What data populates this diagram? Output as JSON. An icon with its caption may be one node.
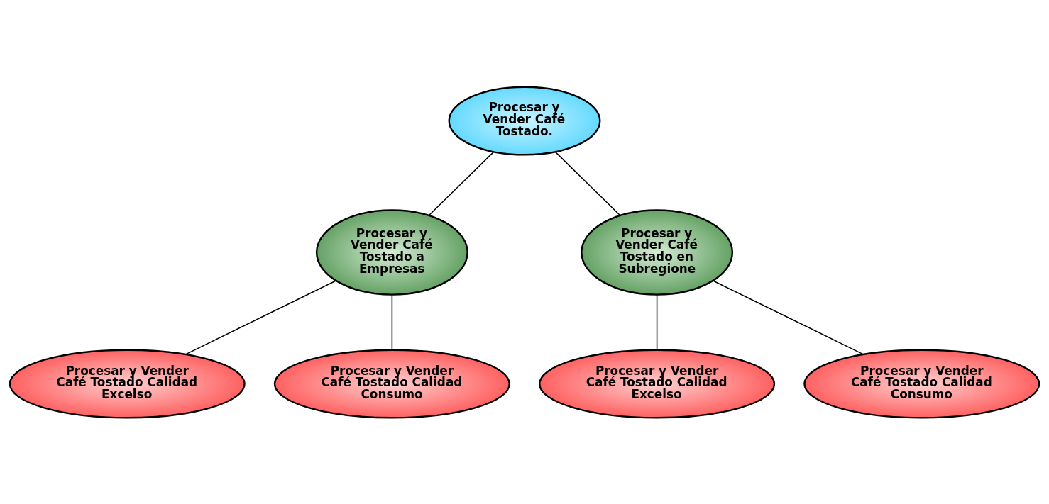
{
  "diagram": {
    "nodes": [
      {
        "text": [
          "Procesar y Vender Café Tostado."
        ]
      },
      {
        "text": [
          "Procesar y Vender Café Tostado a Empresas"
        ]
      },
      {
        "text": [
          "Procesar y Vender Café Tostado en Subregione"
        ]
      },
      {
        "text": [
          "Procesar y Vender Café Tostado Calidad Excelso"
        ]
      },
      {
        "text": [
          "Procesar y Vender Café Tostado Calidad Consumo"
        ]
      },
      {
        "text": [
          "Procesar y Vender Café Tostado Calidad Excelso"
        ]
      },
      {
        "text": [
          "Procesar y Vender Café Tostado Calidad Consumo"
        ]
      }
    ],
    "edges": [
      {
        "from": 0,
        "to": 1,
        "arrow": "none"
      },
      {
        "from": 0,
        "to": 2,
        "arrow": "none"
      },
      {
        "from": 1,
        "to": 3,
        "arrow": "none"
      },
      {
        "from": 1,
        "to": 4,
        "arrow": "none"
      },
      {
        "from": 2,
        "to": 5,
        "arrow": "none"
      },
      {
        "from": 2,
        "to": 6,
        "arrow": "none"
      }
    ]
  }
}
